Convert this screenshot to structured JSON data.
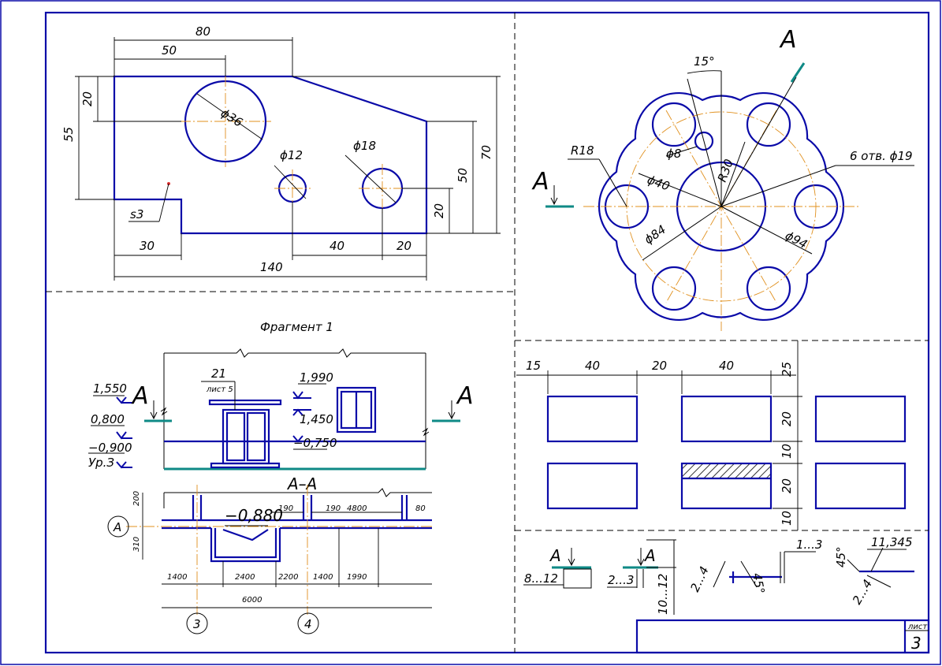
{
  "sheet": {
    "sheet_label": "лист",
    "sheet_number": "3"
  },
  "plate": {
    "dims": {
      "d80": "80",
      "d50": "50",
      "d20": "20",
      "d55": "55",
      "d70": "70",
      "d50r": "50",
      "d20r": "20",
      "d30": "30",
      "d40": "40",
      "d20b": "20",
      "d140": "140",
      "dia36": "ϕ36",
      "dia12": "ϕ12",
      "dia18": "ϕ18",
      "s3": "s3"
    }
  },
  "flange": {
    "section_letter": "A",
    "dims": {
      "angle": "15°",
      "r18": "R18",
      "dia8": "ϕ8",
      "dia40": "ϕ40",
      "r30": "R30",
      "dia84": "ϕ84",
      "dia94": "ϕ94",
      "holes": "6 отв. ϕ19"
    }
  },
  "fragment": {
    "title": "Фрагмент 1",
    "section_letter": "A",
    "elev_1550": "1,550",
    "elev_0800": "0,800",
    "elev_m0900": "−0,900",
    "elev_ground": "Ур.З",
    "elev_1990": "1,990",
    "elev_1450": "1,450",
    "elev_m0750": "−0,750",
    "callout_num": "21",
    "callout_sheet": "лист 5"
  },
  "section": {
    "title": "А–А",
    "elev": "−0,880",
    "d190a": "190",
    "d190b": "190",
    "d4800": "4800",
    "d80": "80",
    "d200": "200",
    "d310": "310",
    "d1400a": "1400",
    "d2400": "2400",
    "d2200": "2200",
    "d1400b": "1400",
    "d1990": "1990",
    "d6000": "6000",
    "axis_a": "А",
    "axis_3": "3",
    "axis_4": "4"
  },
  "hatches": {
    "top": [
      "15",
      "40",
      "20",
      "40"
    ],
    "right": [
      "25",
      "20",
      "10",
      "20",
      "10"
    ]
  },
  "symbols": {
    "a1": "A",
    "a2": "A",
    "d812": "8...12",
    "d23": "2...3",
    "d1012": "10...12",
    "d24a": "2...4",
    "d45a": "45°",
    "d13": "1...3",
    "elev": "11,345",
    "d45b": "45°",
    "d24b": "2...4"
  }
}
